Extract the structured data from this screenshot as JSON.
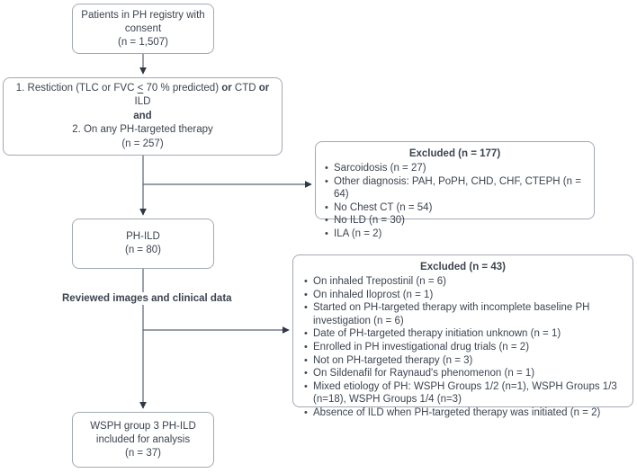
{
  "diagram": {
    "title": "PH-ILD study patient selection flow diagram",
    "colors": {
      "box_border": "#a2a9b4",
      "text": "#3c4450",
      "connector": "#5a6472",
      "arrowhead": "#2f3845",
      "background": "#ffffff"
    },
    "nodes": {
      "registry": {
        "lines": [
          "Patients in PH registry with",
          "consent",
          "(n = 1,507)"
        ]
      },
      "criteria": {
        "line1_pre": "1. Restiction (TLC or FVC ",
        "line1_lte": "<",
        "line1_mid": " 70 % predicted) ",
        "line1_or1": "or",
        "line1_ctd": " CTD ",
        "line1_or2": "or",
        "line1_ild": " ILD",
        "line2_and": "and",
        "line3": "2. On any PH-targeted therapy",
        "line4": "(n = 257)"
      },
      "ph_ild": {
        "lines": [
          "PH-ILD",
          "(n = 80)"
        ]
      },
      "final": {
        "lines": [
          "WSPH group 3 PH-ILD",
          "included for analysis",
          "(n = 37)"
        ]
      },
      "excluded_1": {
        "title": "Excluded (n = 177)",
        "items": [
          "Sarcoidosis (n = 27)",
          "Other diagnosis: PAH, PoPH, CHD, CHF, CTEPH (n = 64)",
          "No Chest CT (n = 54)",
          "No ILD (n = 30)",
          "ILA  (n = 2)"
        ]
      },
      "excluded_2": {
        "title": "Excluded (n = 43)",
        "items": [
          "On inhaled Trepostinil (n = 6)",
          "On inhaled Iloprost (n = 1)",
          "Started on PH-targeted therapy with incomplete baseline PH investigation (n = 6)",
          "Date of PH-targeted therapy initiation unknown (n = 1)",
          "Enrolled in PH investigational drug trials (n = 2)",
          "Not on PH-targeted therapy (n = 3)",
          "On Sildenafil for Raynaud's phenomenon (n = 1)",
          "Mixed etiology of PH: WSPH Groups 1/2 (n=1), WSPH Groups 1/3 (n=18), WSPH Groups 1/4 (n=3)",
          "Absence of ILD when PH-targeted therapy was initiated (n = 2)"
        ]
      }
    },
    "edge_label": "Reviewed images and clinical data"
  }
}
